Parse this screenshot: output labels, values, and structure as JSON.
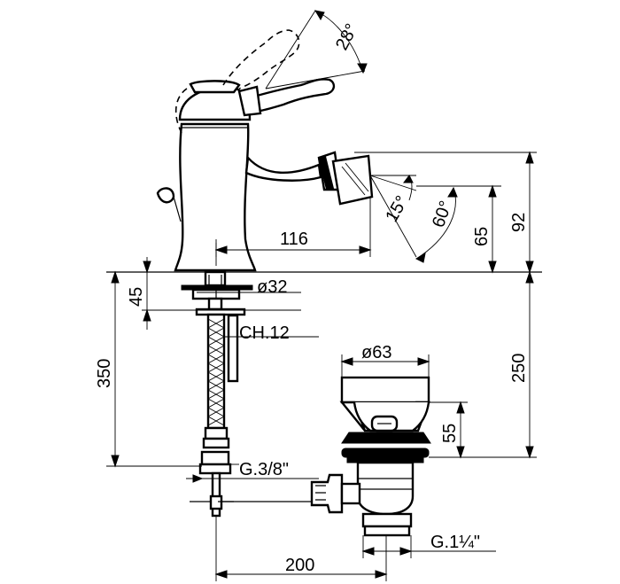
{
  "drawing": {
    "dimensions": {
      "handle_angle": "28°",
      "spout_angle_small": "15°",
      "spout_angle_large": "60°",
      "spout_reach": "116",
      "spout_height": "65",
      "outlet_height": "92",
      "mount_thickness": "45",
      "base_diameter": "ø32",
      "wrench_size": "CH.12",
      "below_counter_length": "350",
      "drain_depth": "250",
      "waste_diameter": "ø63",
      "waste_height": "55",
      "hose_thread": "G.3/8\"",
      "waste_thread": "G.1¼\"",
      "center_distance": "200"
    }
  }
}
